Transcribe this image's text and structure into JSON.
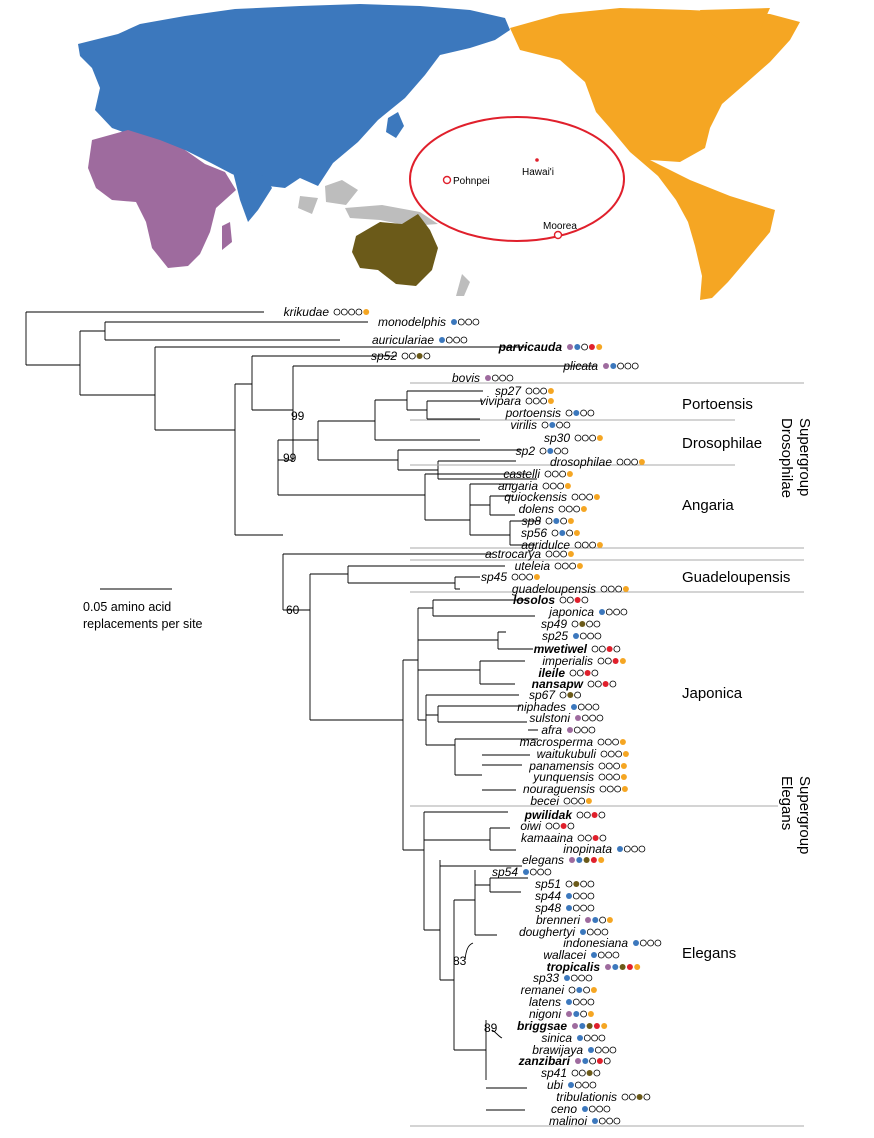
{
  "colors": {
    "asia": "#3c78bd",
    "africa": "#9e6b9e",
    "americas": "#f5a623",
    "australia": "#6b5a19",
    "pacific": "#e0202c",
    "unfilled": "#ffffff",
    "island_grey": "#bdbdbd",
    "clade_line": "#aaaaaa"
  },
  "map": {
    "places": [
      "Hawai'i",
      "Pohnpei",
      "Moorea"
    ]
  },
  "scale_bar": {
    "line1": "0.05 amino acid",
    "line2": "replacements per site"
  },
  "groups": [
    "Portoensis",
    "Drosophilae",
    "Angaria",
    "Guadeloupensis",
    "Japonica",
    "Elegans"
  ],
  "supergroups": [
    [
      "Drosophilae",
      "Supergroup"
    ],
    [
      "Elegans",
      "Supergroup"
    ]
  ],
  "bootstrap": [
    "99",
    "99",
    "60",
    "83",
    "89"
  ],
  "taxa": [
    {
      "name": "krikudae",
      "dots": "0000y"
    },
    {
      "name": "monodelphis",
      "dots": "b000"
    },
    {
      "name": "auriculariae",
      "dots": "b000"
    },
    {
      "name": "parvicauda",
      "bold": true,
      "dots": "pb0ry"
    },
    {
      "name": "sp52",
      "dots": "00a0"
    },
    {
      "name": "plicata",
      "dots": "pb000"
    },
    {
      "name": "bovis",
      "dots": "p000"
    },
    {
      "name": "sp27",
      "dots": "000y"
    },
    {
      "name": "vivipara",
      "dots": "000y"
    },
    {
      "name": "portoensis",
      "dots": "0b00"
    },
    {
      "name": "virilis",
      "dots": "0b00"
    },
    {
      "name": "sp30",
      "dots": "000y"
    },
    {
      "name": "sp2",
      "dots": "0b00"
    },
    {
      "name": "drosophilae",
      "dots": "000y"
    },
    {
      "name": "castelli",
      "dots": "000y"
    },
    {
      "name": "angaria",
      "dots": "000y"
    },
    {
      "name": "quiockensis",
      "dots": "000y"
    },
    {
      "name": "dolens",
      "dots": "000y"
    },
    {
      "name": "sp8",
      "dots": "0b0y"
    },
    {
      "name": "sp56",
      "dots": "0b0y"
    },
    {
      "name": "agridulce",
      "dots": "000y"
    },
    {
      "name": "astrocarya",
      "dots": "000y"
    },
    {
      "name": "uteleia",
      "dots": "000y"
    },
    {
      "name": "sp45",
      "dots": "000y"
    },
    {
      "name": "guadeloupensis",
      "dots": "000y"
    },
    {
      "name": "losolos",
      "bold": true,
      "dots": "00r0"
    },
    {
      "name": "japonica",
      "dots": "b000"
    },
    {
      "name": "sp49",
      "dots": "0a00"
    },
    {
      "name": "sp25",
      "dots": "b000"
    },
    {
      "name": "mwetiwel",
      "bold": true,
      "dots": "00r0"
    },
    {
      "name": "imperialis",
      "dots": "00ry"
    },
    {
      "name": "ileile",
      "bold": true,
      "dots": "00r0"
    },
    {
      "name": "nansapw",
      "bold": true,
      "dots": "00r0"
    },
    {
      "name": "sp67",
      "dots": "0a0"
    },
    {
      "name": "niphades",
      "dots": "b000"
    },
    {
      "name": "sulstoni",
      "dots": "p000"
    },
    {
      "name": "afra",
      "dots": "p000"
    },
    {
      "name": "macrosperma",
      "dots": "000y"
    },
    {
      "name": "waitukubuli",
      "dots": "000y"
    },
    {
      "name": "panamensis",
      "dots": "000y"
    },
    {
      "name": "yunquensis",
      "dots": "000y"
    },
    {
      "name": "nouraguensis",
      "dots": "000y"
    },
    {
      "name": "becei",
      "dots": "000y"
    },
    {
      "name": "pwilidak",
      "bold": true,
      "dots": "00r0"
    },
    {
      "name": "oiwi",
      "dots": "00r0"
    },
    {
      "name": "kamaaina",
      "dots": "00r0"
    },
    {
      "name": "inopinata",
      "dots": "b000"
    },
    {
      "name": "elegans",
      "dots": "pbary"
    },
    {
      "name": "sp54",
      "dots": "b000"
    },
    {
      "name": "sp51",
      "dots": "0a00"
    },
    {
      "name": "sp44",
      "dots": "b000"
    },
    {
      "name": "sp48",
      "dots": "b000"
    },
    {
      "name": "brenneri",
      "dots": "pb0y"
    },
    {
      "name": "doughertyi",
      "dots": "b000"
    },
    {
      "name": "indonesiana",
      "dots": "b000"
    },
    {
      "name": "wallacei",
      "dots": "b000"
    },
    {
      "name": "tropicalis",
      "bold": true,
      "dots": "pbary"
    },
    {
      "name": "sp33",
      "dots": "b000"
    },
    {
      "name": "remanei",
      "dots": "0b0y"
    },
    {
      "name": "latens",
      "dots": "b000"
    },
    {
      "name": "nigoni",
      "dots": "pb0y"
    },
    {
      "name": "briggsae",
      "bold": true,
      "dots": "pbary"
    },
    {
      "name": "sinica",
      "dots": "b000"
    },
    {
      "name": "brawijaya",
      "dots": "b000"
    },
    {
      "name": "zanzibari",
      "bold": true,
      "dots": "pb0r0"
    },
    {
      "name": "sp41",
      "dots": "00a0"
    },
    {
      "name": "ubi",
      "dots": "b000"
    },
    {
      "name": "tribulationis",
      "dots": "00a0"
    },
    {
      "name": "ceno",
      "dots": "b000"
    },
    {
      "name": "malinoi",
      "dots": "b000"
    }
  ]
}
